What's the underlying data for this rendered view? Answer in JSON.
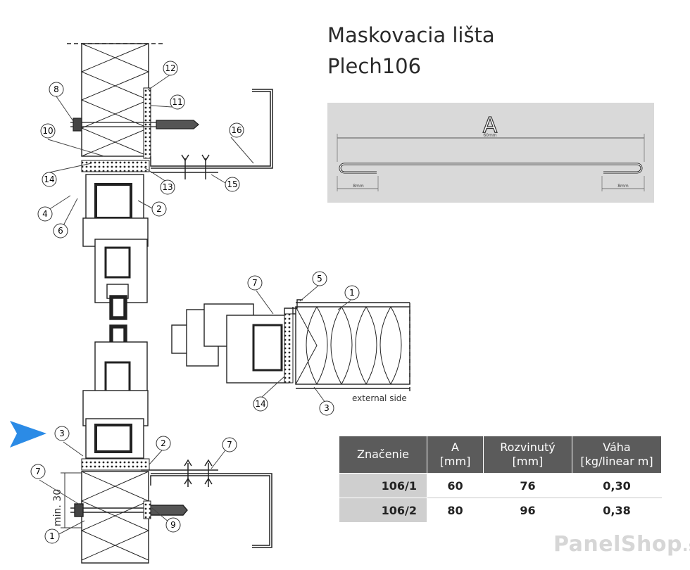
{
  "title": {
    "line1": "Maskovacia lišta",
    "line2": "Plech106"
  },
  "profile": {
    "dim_a": "A",
    "overall": "60mm",
    "left_return": "8mm",
    "right_return": "8mm"
  },
  "callouts": [
    "1",
    "2",
    "3",
    "4",
    "5",
    "6",
    "7",
    "8",
    "9",
    "10",
    "11",
    "12",
    "13",
    "14",
    "15",
    "16"
  ],
  "annotations": {
    "external_side": "external side",
    "min_30": "min. 30"
  },
  "table": {
    "headers": [
      {
        "line1": "Značenie",
        "line2": ""
      },
      {
        "line1": "A",
        "line2": "[mm]"
      },
      {
        "line1": "Rozvinutý",
        "line2": "[mm]"
      },
      {
        "line1": "Váha",
        "line2": "[kg/linear m]"
      }
    ],
    "rows": [
      {
        "code": "106/1",
        "a": "60",
        "developed": "76",
        "weight": "0,30"
      },
      {
        "code": "106/2",
        "a": "80",
        "developed": "96",
        "weight": "0,38"
      }
    ]
  },
  "brand": {
    "name": "PanelShop",
    "tld": ".sk"
  },
  "colors": {
    "pointer_arrow": "#2b8be6",
    "table_header": "#5b5b5b",
    "code_cell": "#cfcfcf",
    "panel": "#d9d9d9"
  }
}
